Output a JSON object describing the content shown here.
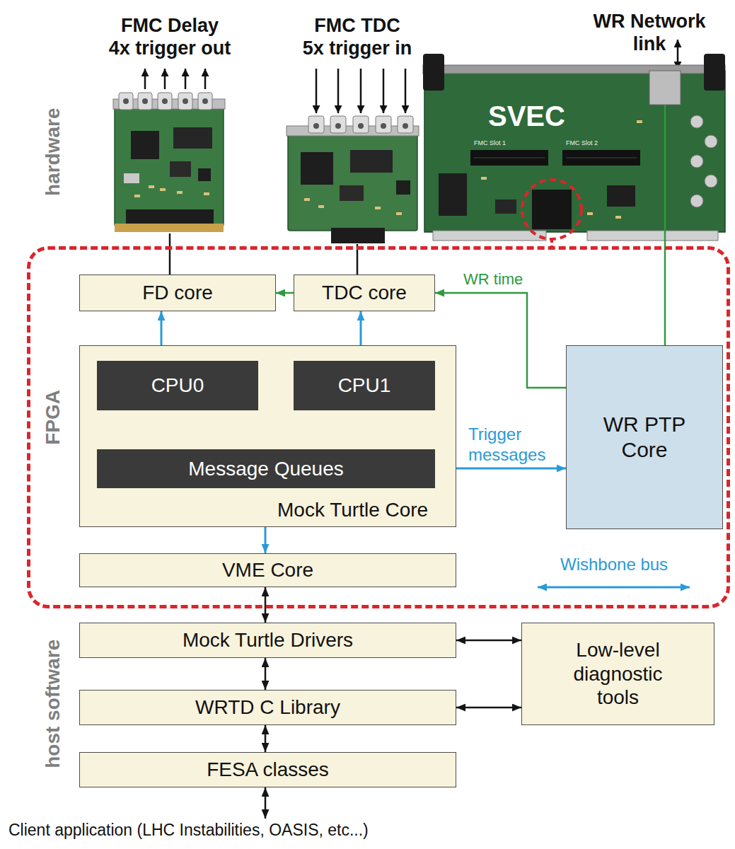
{
  "diagram": {
    "nodes": [
      {
        "text": [
          "FMC Delay 4x trigger out"
        ]
      },
      {
        "text": [
          "FMC TDC 5x trigger in"
        ]
      },
      {
        "text": [
          "WR Network link",
          "SVEC"
        ]
      },
      {
        "text": [
          "FPGA"
        ]
      },
      {
        "text": [
          "FD core"
        ],
        "in": 3
      },
      {
        "text": [
          "TDC core"
        ],
        "in": 3
      },
      {
        "text": [
          "Mock Turtle Core"
        ],
        "in": 3
      },
      {
        "text": [
          "CPU0"
        ],
        "in": 6
      },
      {
        "text": [
          "CPU1"
        ],
        "in": 6
      },
      {
        "text": [
          "Message Queues"
        ],
        "in": 6
      },
      {
        "text": [
          "WR PTP Core"
        ],
        "in": 3
      },
      {
        "text": [
          "VME Core"
        ],
        "in": 3
      },
      {
        "text": [
          "Mock Turtle Drivers"
        ]
      },
      {
        "text": [
          "Low-level diagnostic tools"
        ]
      },
      {
        "text": [
          "WRTD C Library"
        ]
      },
      {
        "text": [
          "FESA classes"
        ]
      },
      {
        "text": [
          "Client application (LHC Instabilities, OASIS, etc...)"
        ]
      }
    ],
    "edges": [
      {
        "from": 0,
        "to": 4,
        "arrow": "none"
      },
      {
        "from": 1,
        "to": 5,
        "arrow": "none"
      },
      {
        "from": 2,
        "to": 10,
        "arrow": "none"
      },
      {
        "from": 5,
        "to": 4,
        "arrow": "to"
      },
      {
        "from": 10,
        "to": 5,
        "label": "WR time",
        "arrow": "to"
      },
      {
        "from": 4,
        "to": 7,
        "arrow": "both"
      },
      {
        "from": 5,
        "to": 8,
        "arrow": "both"
      },
      {
        "from": 7,
        "to": 9,
        "arrow": "both"
      },
      {
        "from": 8,
        "to": 9,
        "arrow": "both"
      },
      {
        "from": 9,
        "to": 10,
        "label": "Trigger messages",
        "arrow": "both"
      },
      {
        "from": 9,
        "to": 11,
        "arrow": "both"
      },
      {
        "from": 11,
        "to": 12,
        "arrow": "both"
      },
      {
        "from": 12,
        "to": 14,
        "arrow": "both"
      },
      {
        "from": 14,
        "to": 15,
        "arrow": "both"
      },
      {
        "from": 15,
        "to": 16,
        "arrow": "both"
      },
      {
        "from": 12,
        "to": 13,
        "arrow": "both"
      },
      {
        "from": 14,
        "to": 13,
        "arrow": "both"
      }
    ],
    "labels": [
      "hardware",
      "host software",
      "FMC Slot 1",
      "FMC Slot 2"
    ],
    "legend": [
      {
        "text": "Wishbone bus"
      }
    ]
  }
}
